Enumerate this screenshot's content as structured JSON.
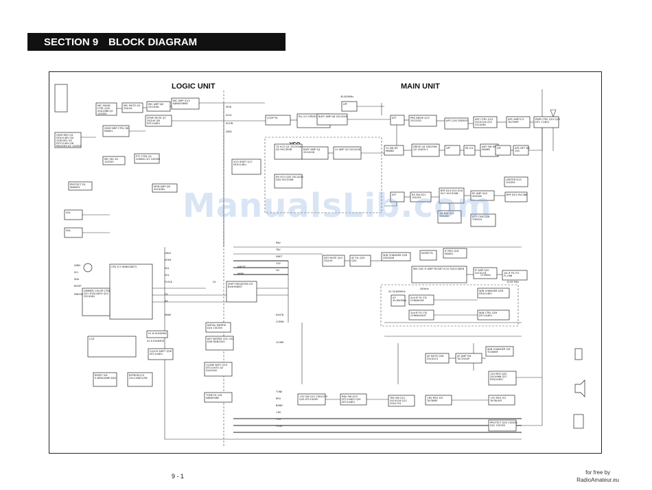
{
  "header": {
    "section": "SECTION 9",
    "title": "BLOCK DIAGRAM"
  },
  "units": {
    "logic": "LOGIC UNIT",
    "main": "MAIN UNIT"
  },
  "vco_label": "VCO",
  "page_number": "9 - 1",
  "footer": {
    "line1": "for free by",
    "line2": "RadioAmateur.eu"
  },
  "watermark": "ManualsLib.com",
  "blocks": [
    {
      "id": "hicm",
      "text": "HICM REG Q3 DTA114EU Q4 2SD2491 Q5 DTC114EU Q6 MSAOD3 D1 1SS355"
    },
    {
      "id": "mic_sw",
      "text": "MIC SW/ID CTRL Q16 2SA1586 Q5 1SS355"
    },
    {
      "id": "mic_mute",
      "text": "MIC MUTE Q3 2SJ144"
    },
    {
      "id": "mic_amp",
      "text": "MIC AMP Q8 2SC4081"
    },
    {
      "id": "mic_amp2",
      "text": "MIC AMP IC15 NJM4558MD"
    },
    {
      "id": "dtmf_mute",
      "text": "DTMF MUTE Q7 2SJ144 Q8 DTC144EU"
    },
    {
      "id": "hicm_swp",
      "text": "HICM SWP CTRL Q6 MA801"
    },
    {
      "id": "mic_sel",
      "text": "MIC SEL D1 1SS355"
    },
    {
      "id": "ptt_ctrl",
      "text": "PTT CTRL Q1 2SD601 D1 1SS355"
    },
    {
      "id": "protect",
      "text": "PROTECT D1 MA8091"
    },
    {
      "id": "mon_amp",
      "text": "MON AMP Q8 2SC4081"
    },
    {
      "id": "vol1",
      "text": "VOL"
    },
    {
      "id": "sql1",
      "text": "SQL"
    },
    {
      "id": "cpu",
      "text": "CPU IC1 HD6433873"
    },
    {
      "id": "lcd",
      "text": "LCD"
    },
    {
      "id": "dimmer",
      "text": "DIMMER COLOR CTRL Q21 DTA144EU Q22 2SC4081"
    },
    {
      "id": "reset",
      "text": "RESET IC6 S-80942ANP-DA5"
    },
    {
      "id": "eeprom",
      "text": "EEPROM IC5 24LC16BT-I/SN"
    },
    {
      "id": "clock_shift",
      "text": "CLOCK SHIFT Q28 DTC144EU"
    },
    {
      "id": "xtal",
      "text": "X1 6.9104MHZ"
    },
    {
      "id": "shift_reg",
      "text": "SHIFT REGISTER IC9 BU4094BCF"
    },
    {
      "id": "initial",
      "text": "INITIAL MATRIX D24 1SS355"
    },
    {
      "id": "key_matrix",
      "text": "KEY MATRIX CH1 CH2 D28 DAN202U"
    },
    {
      "id": "clone",
      "text": "CLONE BUFF Q19 DTC144TU Q2 2SA1942"
    },
    {
      "id": "tone",
      "text": "TONE FIL IC8 NJM4558M"
    },
    {
      "id": "loop_fil",
      "text": "LOOP FIL"
    },
    {
      "id": "pll",
      "text": "PLL IC1 UPD3140GS"
    },
    {
      "id": "buff_amp",
      "text": "BUFF AMP Q6 2SC4226"
    },
    {
      "id": "lpf1",
      "text": "LPF"
    },
    {
      "id": "tx_vco",
      "text": "TX VCO Q1 2SC5006 D2 HVC350B"
    },
    {
      "id": "rx_vco",
      "text": "RX VCO Q20 2SC4226 D20 HVC350B"
    },
    {
      "id": "vco_shift",
      "text": "VCO SHIFT Q17 DTA114EU"
    },
    {
      "id": "buff_amp2",
      "text": "BUFF AMP Q4 2SC4226"
    },
    {
      "id": "lo_amp",
      "text": "LO AMP Q5 2SC4226"
    },
    {
      "id": "tx_sw",
      "text": "Tx SW D9 MA862"
    },
    {
      "id": "att_tx",
      "text": "ATT"
    },
    {
      "id": "pre_drive",
      "text": "PRE DRIVE Q13 2SC5322"
    },
    {
      "id": "apc",
      "text": "APC Q16 2SB5051"
    },
    {
      "id": "apc_ctrl",
      "text": "APC CTRL Q14 2SC4116 Q15 2SC4081"
    },
    {
      "id": "apc_amp",
      "text": "APC AMP IC3 TA7556P"
    },
    {
      "id": "pwr_ctrl",
      "text": "PWR CTRL Q10 Q18 DTC 114EU"
    },
    {
      "id": "drive",
      "text": "DRIVE Q4 2SK2596 Q5 2SA05-2"
    },
    {
      "id": "lpf2",
      "text": "LPF"
    },
    {
      "id": "pa",
      "text": "PA IC4"
    },
    {
      "id": "ant_sw",
      "text": "ANT SW D6 MA862"
    },
    {
      "id": "lpf3",
      "text": "LPF"
    },
    {
      "id": "apc_det",
      "text": "APC DET D8 1SS"
    },
    {
      "id": "limiter",
      "text": "LIMITER D13 1SS355"
    },
    {
      "id": "att_rx",
      "text": "ATT"
    },
    {
      "id": "rx_sw",
      "text": "RX SW D21 1SS155"
    },
    {
      "id": "bpf1",
      "text": "BPF D14 D15 D16 D17 HVC350B"
    },
    {
      "id": "rf_amp",
      "text": "RF AMP Q20 3SK166"
    },
    {
      "id": "bpf2",
      "text": "BPF D13 HVL388"
    },
    {
      "id": "1st_mix",
      "text": "1st MIX Q11 3SK166"
    },
    {
      "id": "att_ctrl",
      "text": "ATT CTRL Q16 TOP003"
    },
    {
      "id": "det_mute",
      "text": "DET MUTE Q15 2SJ144"
    },
    {
      "id": "af_fil",
      "text": "AF FIL Q23 Q24"
    },
    {
      "id": "w_n_changer",
      "text": "W/N CHANGER Q26 2SK1828"
    },
    {
      "id": "noise_fil",
      "text": "NOISE FIL"
    },
    {
      "id": "if_reg",
      "text": "IF REG Q18 MA801"
    },
    {
      "id": "if_ic",
      "text": "MIX OSC IF AMP FM DET IC10 TA31136FN"
    },
    {
      "id": "if_amp",
      "text": "IF AMP Q20 2SC4116"
    },
    {
      "id": "1st_if",
      "text": "1st IF FIL FI1 FL-068"
    },
    {
      "id": "2nd_if_a",
      "text": "2nd IF FIL FI2 CFWM450F"
    },
    {
      "id": "2nd_if_b",
      "text": "2nd IF FIL FI3 CFWM450HT"
    },
    {
      "id": "x2",
      "text": "X2 30.850MHz"
    },
    {
      "id": "w_n_ctrl",
      "text": "W/N CHANGER Q28 DTA114EU"
    },
    {
      "id": "w_n_ctrl2",
      "text": "W/N CTRL Q29 DTC144EU"
    },
    {
      "id": "af_mute",
      "text": "AF MUTE Q26 2SC4213"
    },
    {
      "id": "af_amp",
      "text": "AF AMP IC6 TA7252AP"
    },
    {
      "id": "w_n_changer2",
      "text": "W/N CHANGER IC8 TC4S66F"
    },
    {
      "id": "5v_sw",
      "text": "+5V SW Q21 2SD2193 Q20 DTC144EU"
    },
    {
      "id": "r8_sw",
      "text": "R8V SW Q23 DTC144EU Q24 DTC144EU"
    },
    {
      "id": "t8_sw",
      "text": "T8V SW Q11 2SC4116 Q12 2SA1733"
    },
    {
      "id": "8v_reg",
      "text": "+8V REG IC5 TA7808F"
    },
    {
      "id": "5v_reg",
      "text": "+5V REG IC2 TA78L05F"
    },
    {
      "id": "13v_reg",
      "text": "13V REG Q20 2SC4966 Q27 DTA144EU"
    },
    {
      "id": "protect2",
      "text": "PROTECT D20 1SS301 D22 1SS355"
    }
  ],
  "signals": [
    "MOD",
    "SCLK",
    "PLSTB",
    "DATA",
    "UNLK",
    "DTMF",
    "SQL",
    "VOL",
    "R8V",
    "T8V",
    "SMET",
    "CSV",
    "FLOCK",
    "HV",
    "TX",
    "RX",
    "EXSTB",
    "AMUTE",
    "WNM",
    "MSKE",
    "COMIN",
    "CLONE",
    "DIRM",
    "SCL",
    "SDA",
    "RESET",
    "PWRON",
    "TONE",
    "RFN",
    "BAND",
    "+8V",
    "+5V",
    "+13V",
    "CK"
  ],
  "frequencies": [
    "45.850MHz",
    "21.4MHz",
    "450kHz",
    "15.85 MHz",
    "X1 6.9104MHZ",
    "X2 30.850MHz"
  ]
}
